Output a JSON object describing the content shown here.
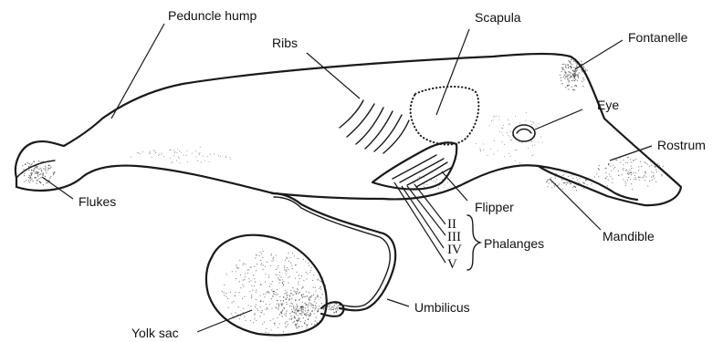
{
  "labels": {
    "peduncle_hump": "Peduncle hump",
    "ribs": "Ribs",
    "scapula": "Scapula",
    "fontanelle": "Fontanelle",
    "eye": "Eye",
    "rostrum": "Rostrum",
    "flukes": "Flukes",
    "flipper": "Flipper",
    "phalanges": "Phalanges",
    "mandible": "Mandible",
    "umbilicus": "Umbilicus",
    "yolk_sac": "Yolk sac"
  },
  "phalanx_numerals": [
    "II",
    "III",
    "IV",
    "V"
  ]
}
